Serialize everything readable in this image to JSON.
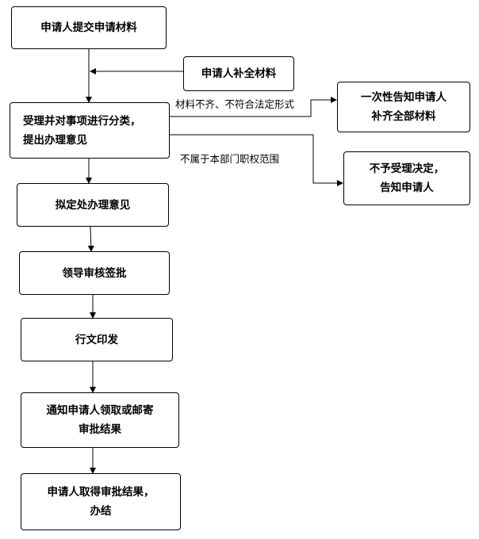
{
  "nodes": {
    "submit": "申请人提交申请材料",
    "supplement": "申请人补全材料",
    "accept_line1": "受理并对事项进行分类，",
    "accept_line2": "提出办理意见",
    "notify_once_line1": "一次性告知申请人",
    "notify_once_line2": "补齐全部材料",
    "reject_line1": "不予受理决定，",
    "reject_line2": "告知申请人",
    "draft": "拟定处办理意见",
    "leader": "领导审核签批",
    "issue": "行文印发",
    "notify_collect_line1": "通知申请人领取或邮寄",
    "notify_collect_line2": "审批结果",
    "obtain_line1": "申请人取得审批结果，",
    "obtain_line2": "办结"
  },
  "edge_labels": {
    "incomplete": "材料不齐、不符合法定形式",
    "out_of_scope": "不属于本部门职权范围"
  }
}
